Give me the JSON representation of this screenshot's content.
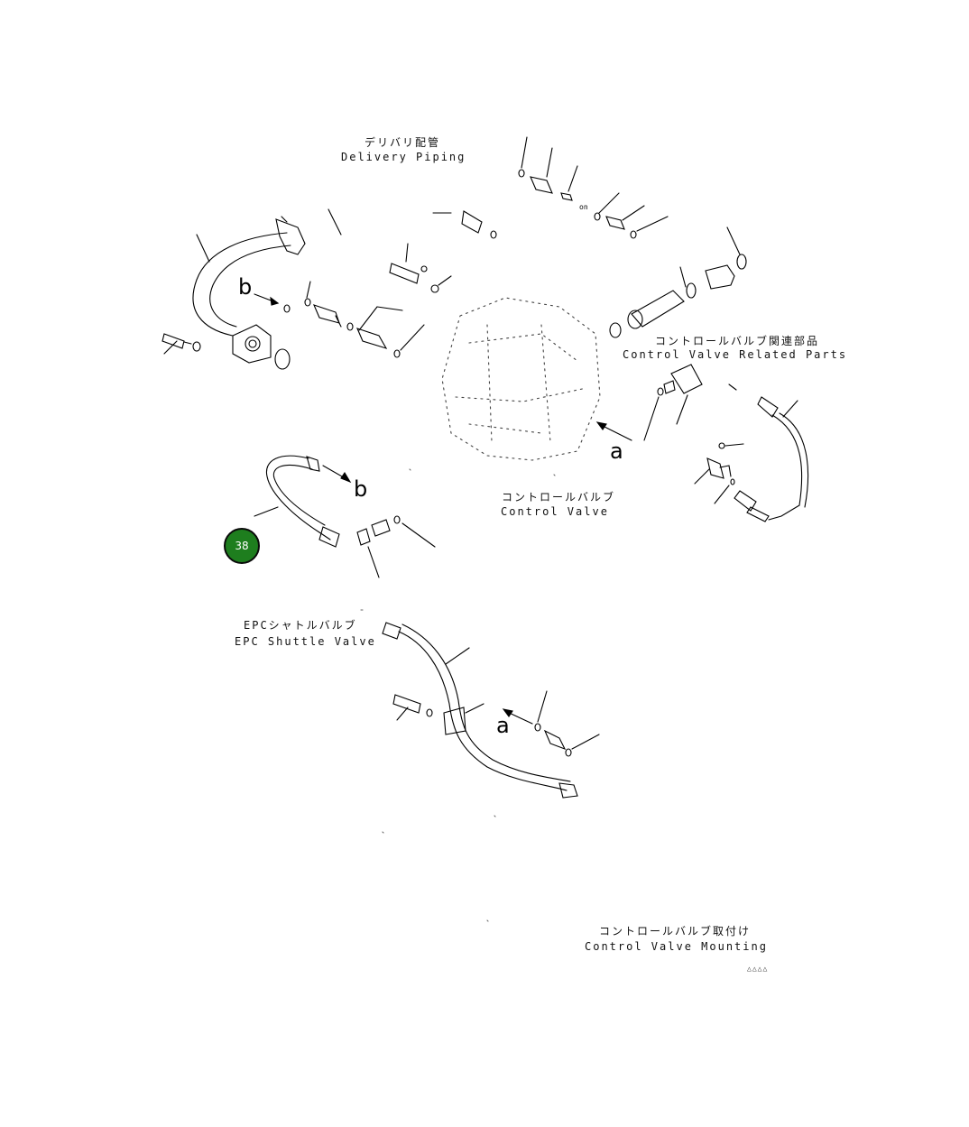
{
  "labels": {
    "delivery_jp": "デリバリ配管",
    "delivery_en": "Delivery Piping",
    "cv_related_jp": "コントロールバルブ関連部品",
    "cv_related_en": "Control Valve Related Parts",
    "cv_jp": "コントロールバルブ",
    "cv_en": "Control Valve",
    "epc_jp": "EPCシャトルバルブ",
    "epc_en": "EPC Shuttle Valve",
    "mounting_jp": "コントロールバルブ取付け",
    "mounting_en": "Control Valve Mounting",
    "ref_code": "△△△△"
  },
  "letters": {
    "b_top": "b",
    "a_right": "a",
    "b_mid": "b",
    "a_bottom": "a"
  },
  "callout": {
    "number": "38",
    "color": "#1e7e1e"
  }
}
